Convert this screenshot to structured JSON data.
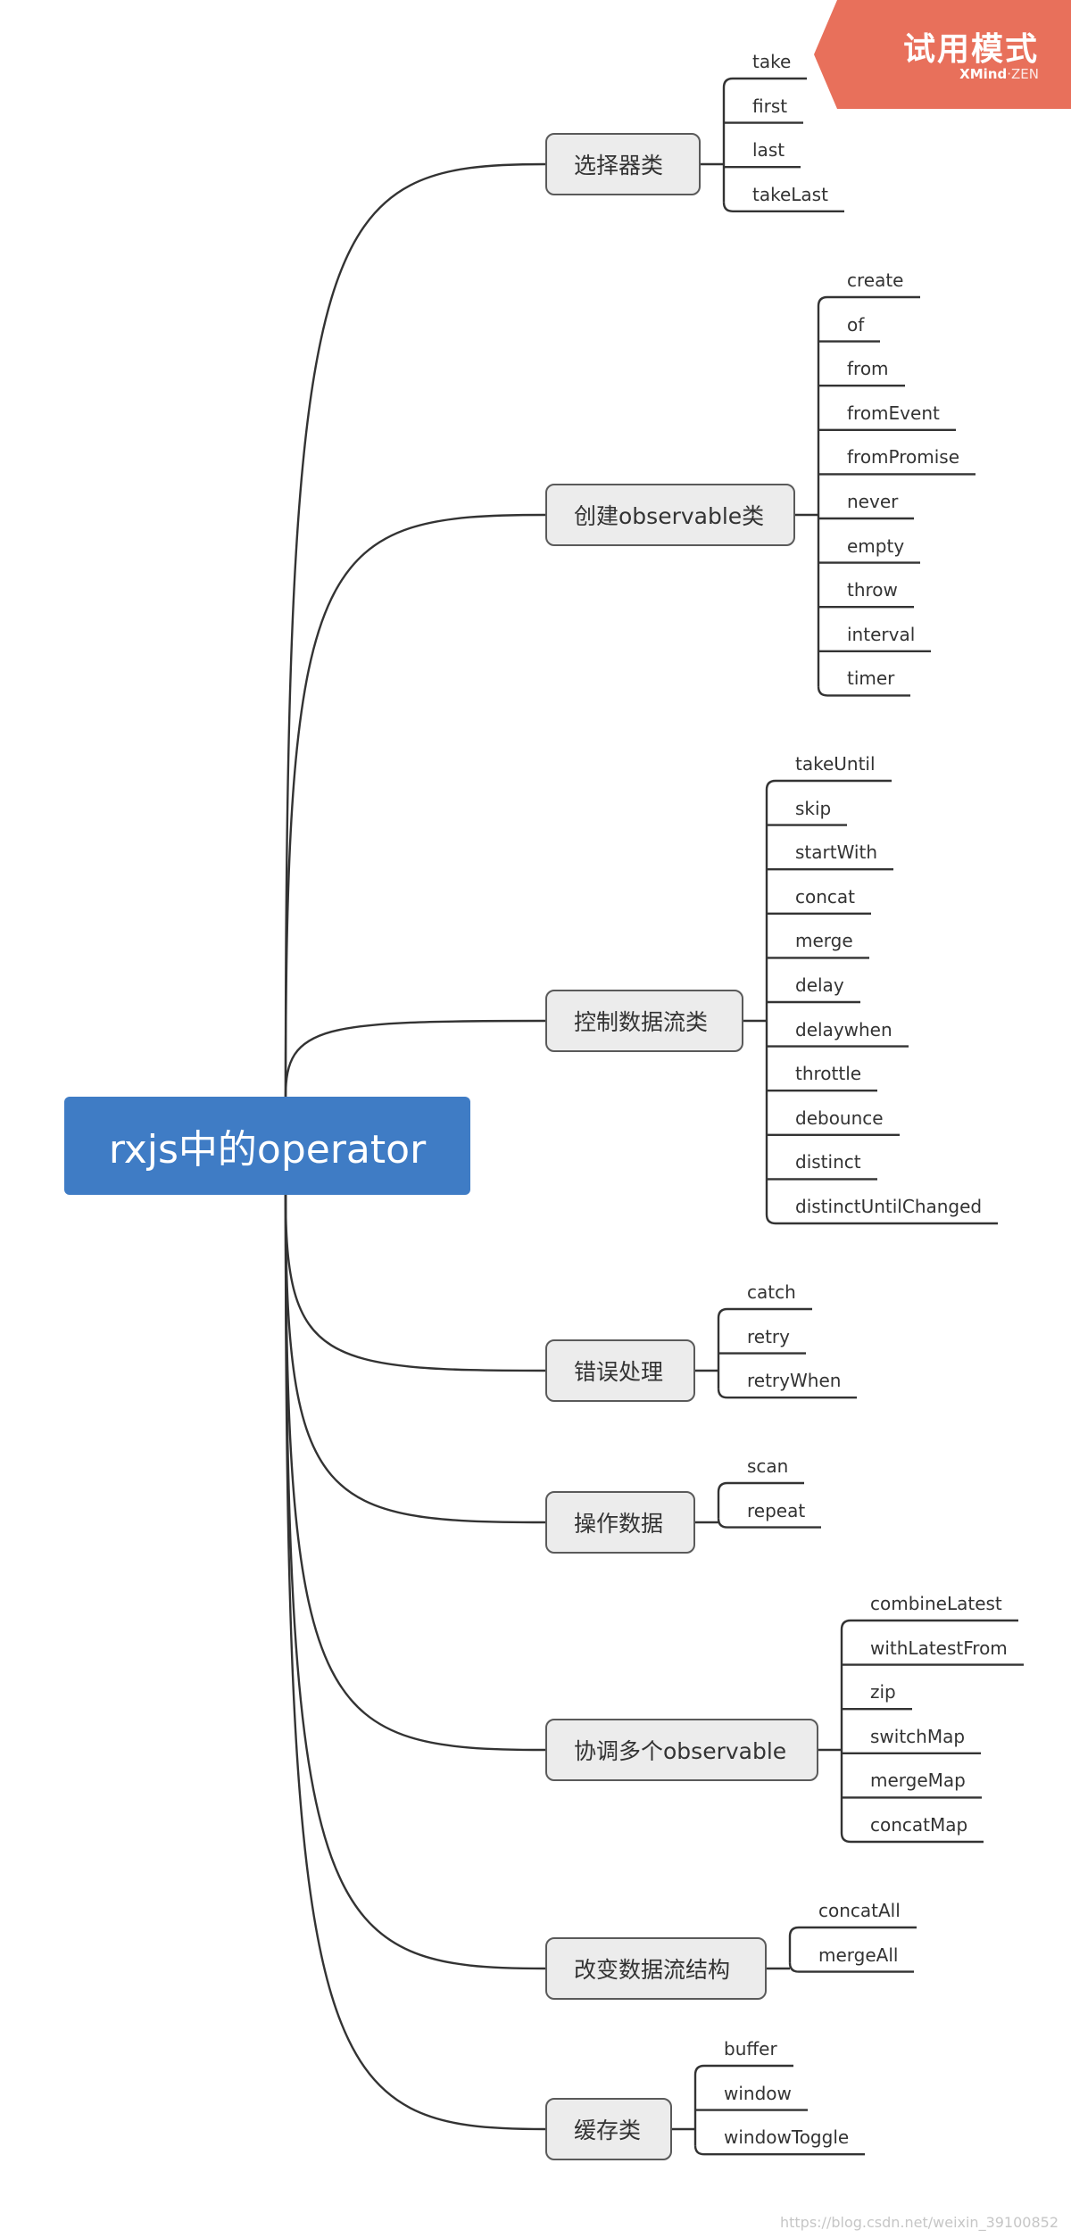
{
  "root": {
    "label": "rxjs中的operator"
  },
  "branches": [
    {
      "label": "选择器类",
      "leaves": [
        "take",
        "first",
        "last",
        "takeLast"
      ]
    },
    {
      "label": "创建observable类",
      "leaves": [
        "create",
        "of",
        "from",
        "fromEvent",
        "fromPromise",
        "never",
        "empty",
        "throw",
        "interval",
        "timer"
      ]
    },
    {
      "label": "控制数据流类",
      "leaves": [
        "takeUntil",
        "skip",
        "startWith",
        "concat",
        "merge",
        "delay",
        "delaywhen",
        "throttle",
        "debounce",
        "distinct",
        "distinctUntilChanged"
      ]
    },
    {
      "label": "错误处理",
      "leaves": [
        "catch",
        "retry",
        "retryWhen"
      ]
    },
    {
      "label": "操作数据",
      "leaves": [
        "scan",
        "repeat"
      ]
    },
    {
      "label": "协调多个observable",
      "leaves": [
        "combineLatest",
        "withLatestFrom",
        "zip",
        "switchMap",
        "mergeMap",
        "concatMap"
      ]
    },
    {
      "label": "改变数据流结构",
      "leaves": [
        "concatAll",
        "mergeAll"
      ]
    },
    {
      "label": "缓存类",
      "leaves": [
        "buffer",
        "window",
        "windowToggle"
      ]
    }
  ],
  "badge": {
    "title": "试用模式",
    "brand": "XMind",
    "edition": "ZEN"
  },
  "watermark": "https://blog.csdn.net/weixin_39100852",
  "colors": {
    "root": "#3f7cc5",
    "branch_fill": "#ececec",
    "line": "#333333",
    "badge": "#e8705b"
  }
}
